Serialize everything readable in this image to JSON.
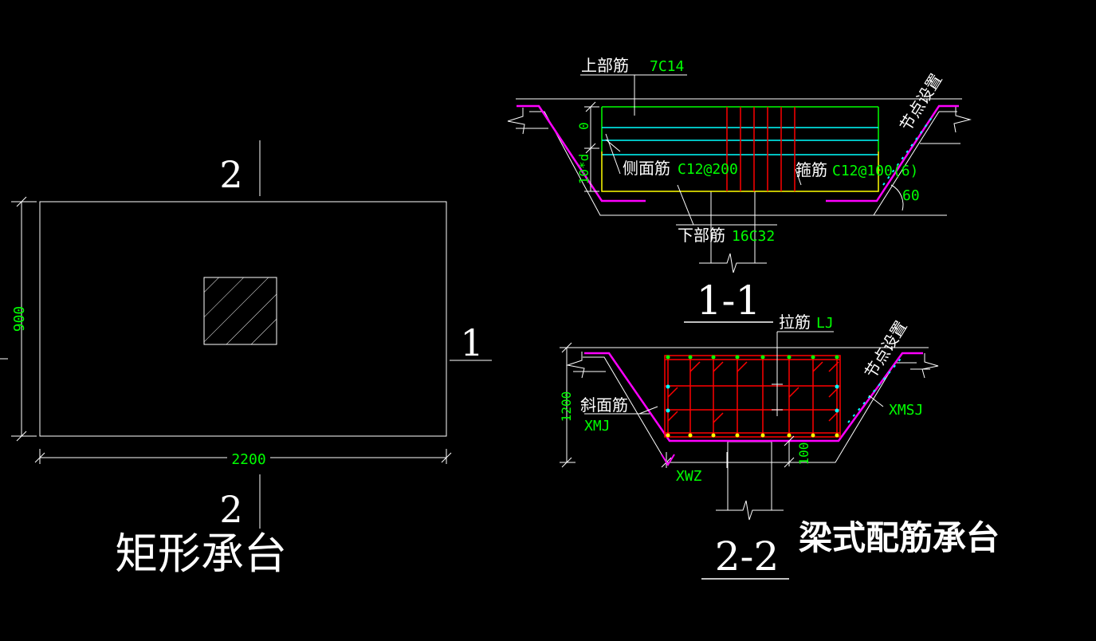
{
  "colors": {
    "background": "#000000",
    "outline": "#ffffff",
    "dimension": "#00ff00",
    "top_bar": "#00ff00",
    "side_bar": "#00ffff",
    "bottom_bar": "#ffff00",
    "stirrup": "#ff0000",
    "slope_bar": "#ff00ff",
    "dot_blue": "#00ffff"
  },
  "left_view": {
    "title": "矩形承台",
    "section_mark_top": "2",
    "section_mark_bottom": "2",
    "section_mark_right": "1",
    "dim_height": "900",
    "dim_width": "2200"
  },
  "section_1_1": {
    "title": "1-1",
    "top_bar_label": "上部筋",
    "top_bar_value": "7C14",
    "side_bar_label": "侧面筋",
    "side_bar_value": "C12@200",
    "stirrup_label": "箍筋",
    "stirrup_value": "C12@100(6)",
    "bottom_bar_label": "下部筋",
    "bottom_bar_value": "16C32",
    "node_note": "节点设置",
    "dim_zero": "0",
    "dim_10d": "10*d",
    "angle": "60"
  },
  "section_2_2": {
    "title": "2-2",
    "tie_label": "拉筋",
    "tie_value": "LJ",
    "slope_label": "斜面筋",
    "slope_value": "XMJ",
    "slope_top_value": "XMSJ",
    "slope_bottom_value": "XWZ",
    "node_note": "节点设置",
    "dim_height": "1200",
    "dim_100": "100"
  },
  "right_title": "梁式配筋承台"
}
